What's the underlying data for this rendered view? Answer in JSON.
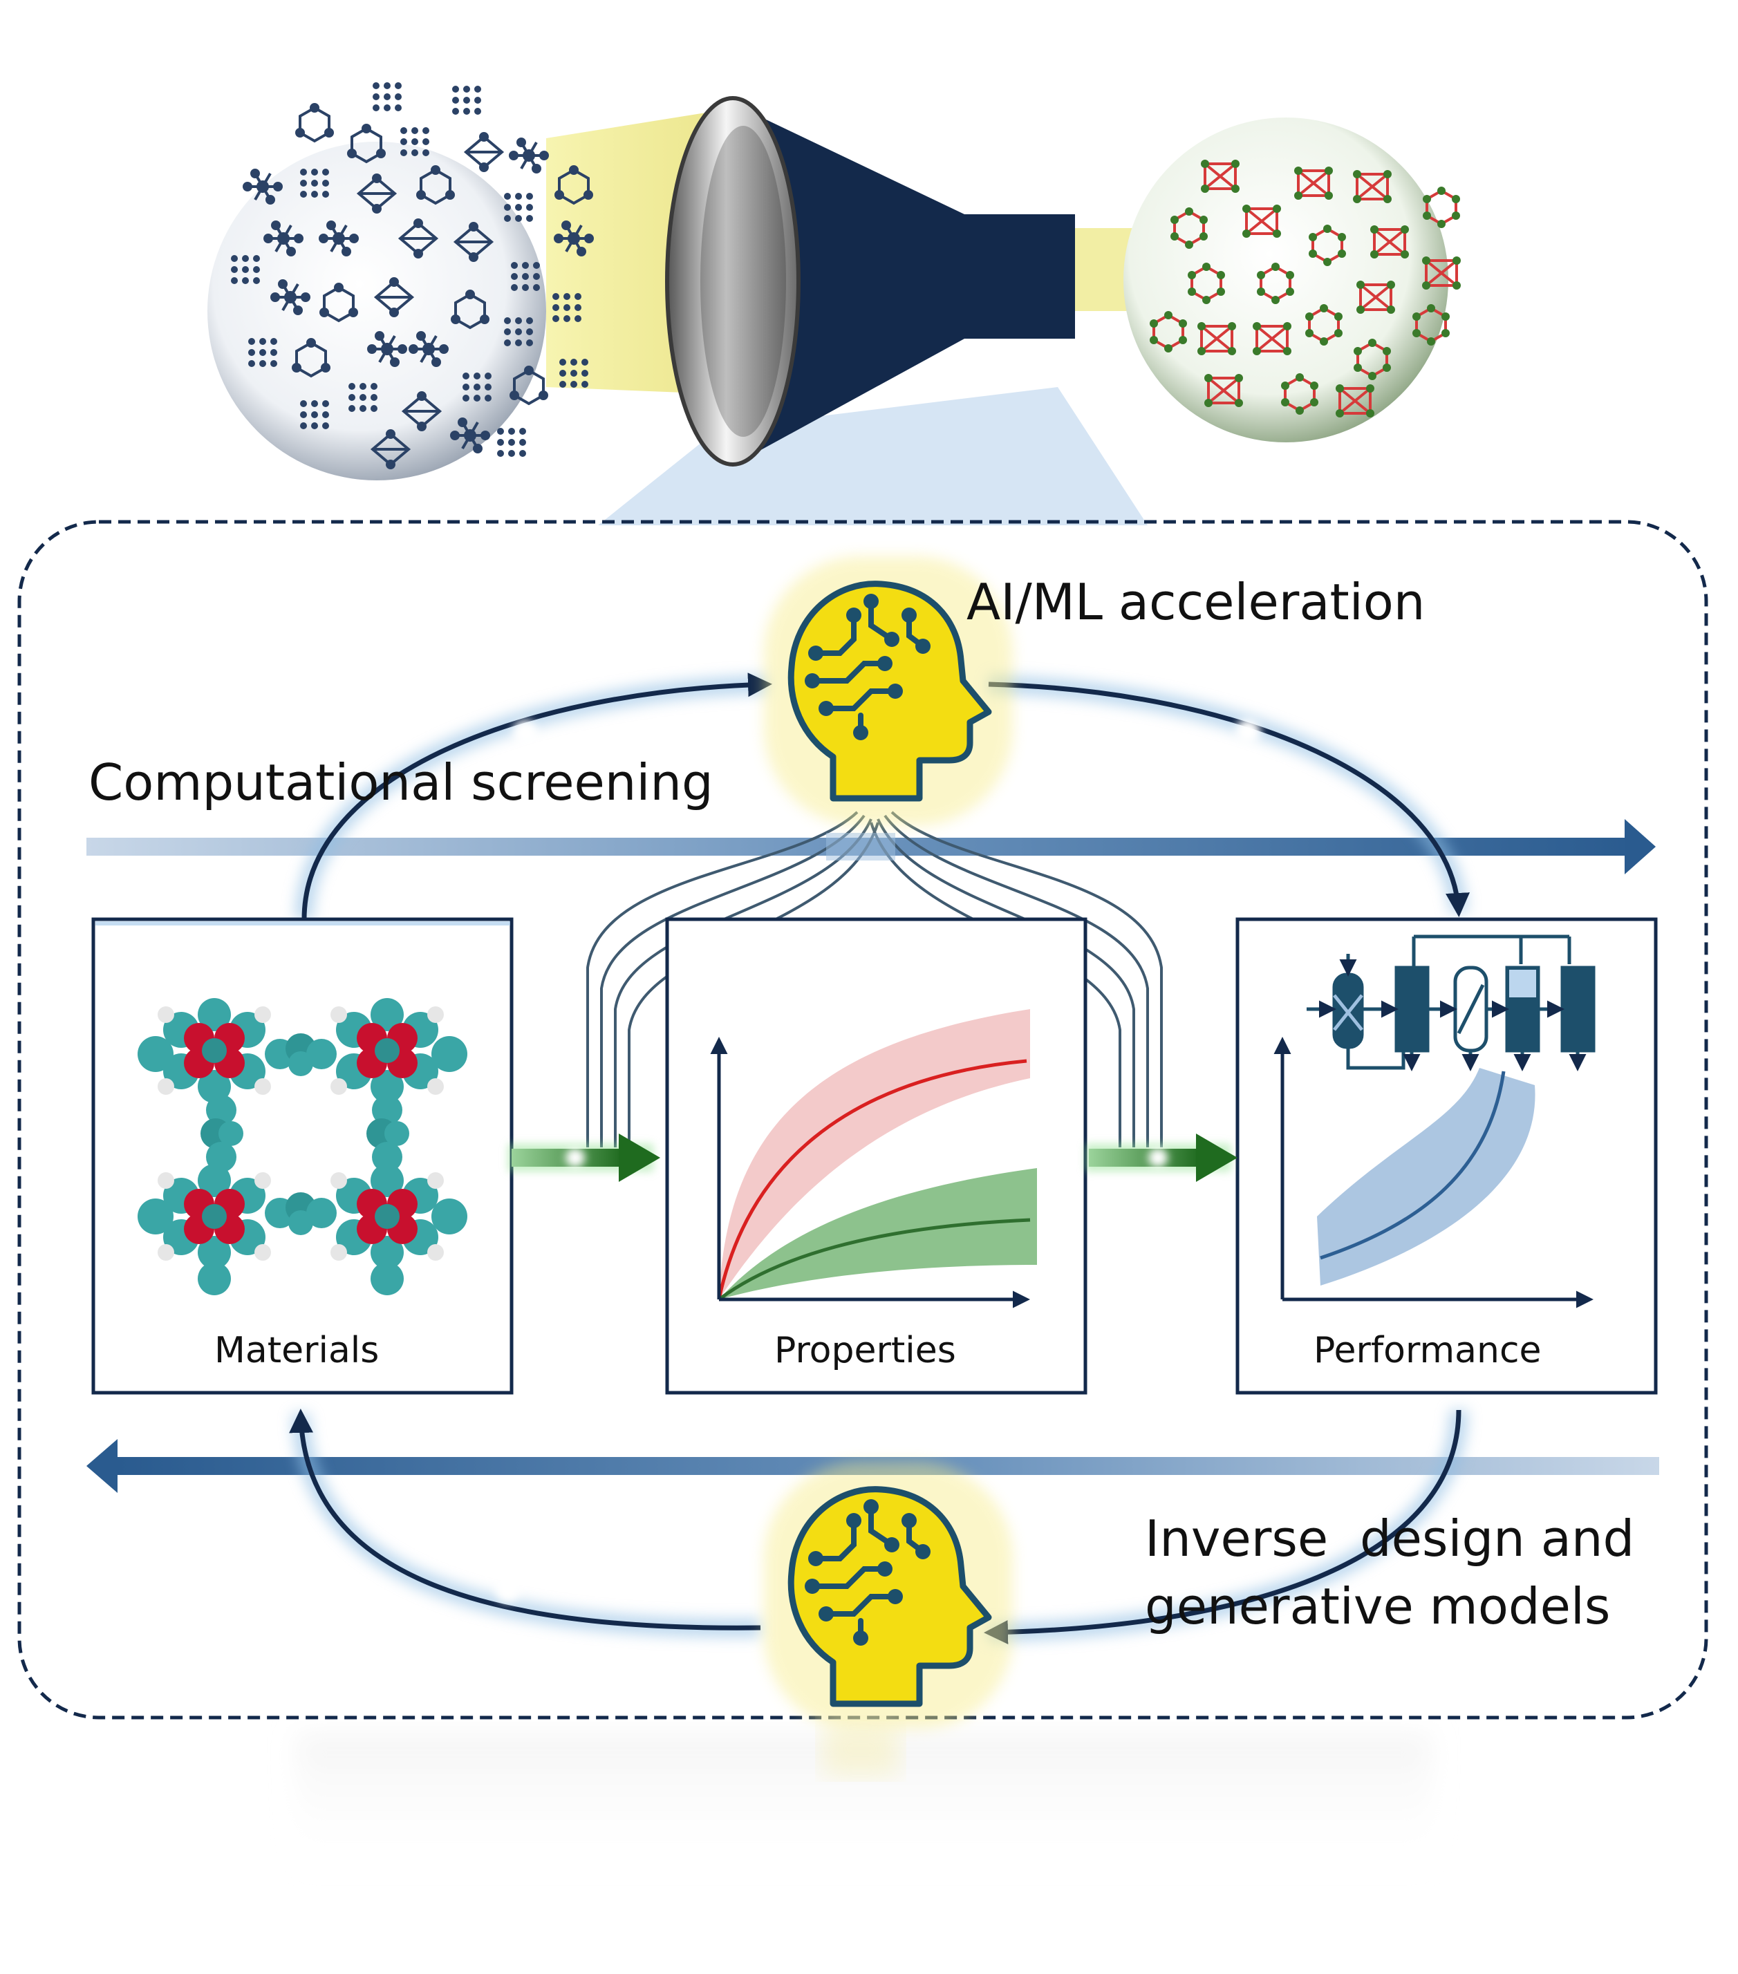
{
  "labels": {
    "ai_ml": "AI/ML acceleration",
    "computational_screening": "Computational screening",
    "inverse_line1": "Inverse  design and",
    "inverse_line2": "generative models",
    "materials": "Materials",
    "properties": "Properties",
    "performance": "Performance"
  },
  "icons": [
    "ai-head-icon",
    "funnel-icon",
    "mof-structure-icon",
    "process-flowsheet-icon",
    "arrow-icon"
  ],
  "colors": {
    "navy": "#13294b",
    "arrow_blue": "#2d5f93",
    "glow_blue": "#8fbde3",
    "head_yellow": "#f3dd12",
    "head_teal": "#1d4f6b",
    "green": "#2f8a2f",
    "red": "#d92020",
    "pink_band": "#f2c4c4",
    "green_band": "#79b779",
    "blue_band": "#9dbcdc"
  }
}
